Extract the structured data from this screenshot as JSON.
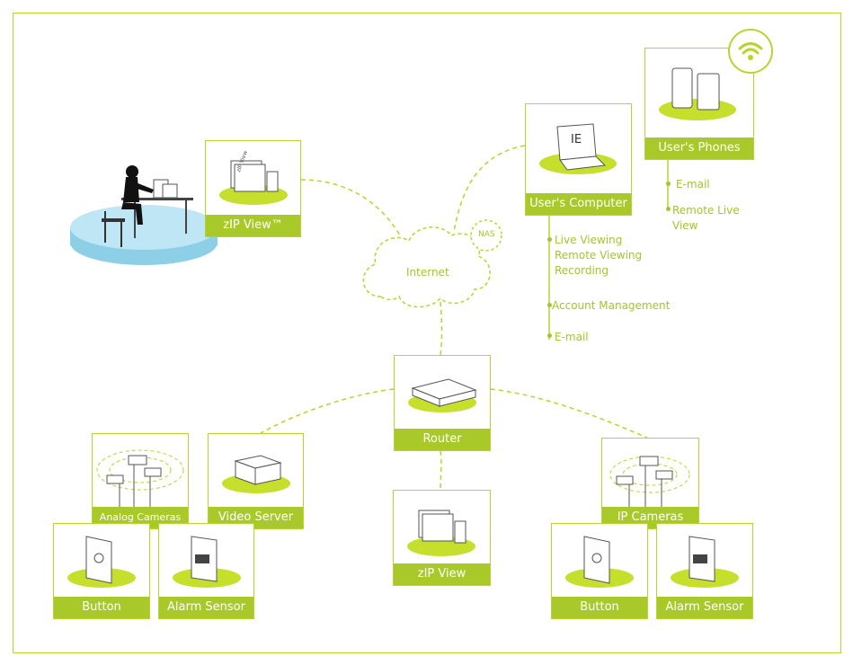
{
  "colors": {
    "accent": "#b8d42e",
    "label_bg": "#a9c92a",
    "text": "#a2c62c",
    "base_blob": "#c6de2c"
  },
  "internet": {
    "label": "Internet",
    "nas": "NAS"
  },
  "nodes": {
    "zip_view_top": "zIP View™",
    "zip_view_mini": "zIP View",
    "users_computer": "User's Computer",
    "computer_screen": "IE",
    "users_phones": "User's Phones",
    "router": "Router",
    "analog_cameras": "Analog Cameras",
    "video_server": "Video Server",
    "button_left": "Button",
    "alarm_left": "Alarm Sensor",
    "zip_view_bottom": "zIP View",
    "ip_cameras": "IP Cameras",
    "button_right": "Button",
    "alarm_right": "Alarm Sensor"
  },
  "computer_features": [
    "Live Viewing",
    "Remote Viewing",
    "Recording",
    "Account Management",
    "E-mail"
  ],
  "phone_features": [
    "E-mail",
    "Remote Live",
    "View"
  ]
}
